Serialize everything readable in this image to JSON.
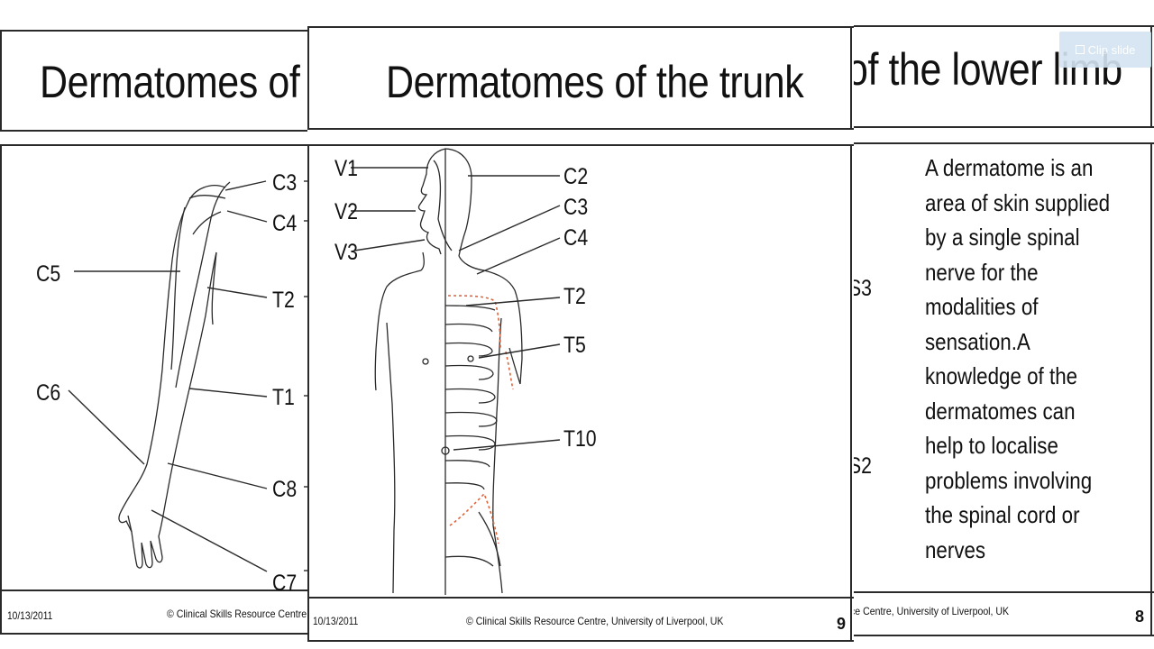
{
  "slide_left": {
    "title": "Dermatomes of t",
    "labels": {
      "c3": "C3",
      "c4": "C4",
      "c5": "C5",
      "t2": "T2",
      "c6": "C6",
      "t1": "T1",
      "c8": "C8",
      "c7": "C7"
    },
    "footer_date": "10/13/2011",
    "footer_copyright": "© Clinical Skills Resource Centre"
  },
  "slide_center": {
    "title": "Dermatomes of the trunk",
    "labels": {
      "v1": "V1",
      "v2": "V2",
      "v3": "V3",
      "c2": "C2",
      "c3": "C3",
      "c4": "C4",
      "t2": "T2",
      "t5": "T5",
      "t10": "T10"
    },
    "footer_date": "10/13/2011",
    "footer_copyright": "© Clinical Skills Resource Centre, University of Liverpool, UK",
    "page_number": "9"
  },
  "slide_right": {
    "title": "of the lower limb",
    "labels": {
      "s3": "S3",
      "s2": "S2"
    },
    "text_lines": [
      "A dermatome is an",
      "area of skin supplied",
      "by a single spinal",
      "nerve for the",
      "modalities of",
      "sensation.A",
      "knowledge of the",
      "dermatomes can",
      "help to localise",
      "problems involving",
      "the spinal cord or",
      "nerves"
    ],
    "footer_copyright": "ce Centre, University of Liverpool, UK",
    "page_number": "8"
  },
  "clip_button": {
    "label": "Clip slide",
    "icon": "clip-icon"
  },
  "colors": {
    "dotted_region": "#e0643c",
    "line": "#2a2a2a"
  }
}
